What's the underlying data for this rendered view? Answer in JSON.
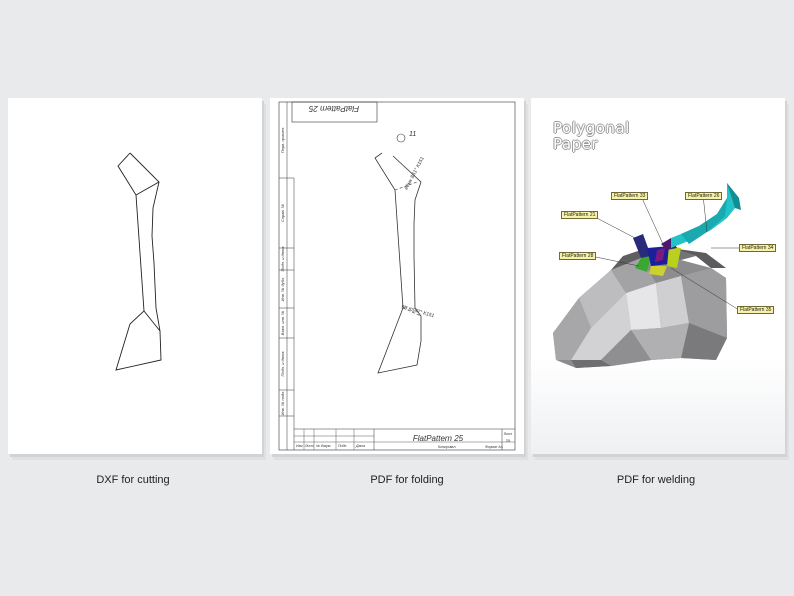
{
  "panels": [
    {
      "caption": "DXF for cutting"
    },
    {
      "caption": "PDF for folding",
      "drawing": {
        "top_title": "FlatPattern 25",
        "bottom_title": "FlatPattern 25",
        "part_count": "11",
        "fold_label_top": "ёёмк 8S1° К151",
        "fold_label_bottom": "9В КS87° К151",
        "sheet_label": "Лист",
        "sheet_number": "25",
        "copied_label": "Копировал",
        "format_label": "Формат A4",
        "table_columns": [
          "Изм",
          "Лист",
          "№ докум.",
          "Подп.",
          "Дата"
        ],
        "side_fields": [
          "Перв. примен.",
          "Справ. №",
          "Подп. и дата",
          "Инв. № дубл.",
          "Взам. инв. №",
          "Подп. и дата",
          "Инв. № подл."
        ]
      }
    },
    {
      "caption": "PDF for welding",
      "brand_line1": "Polygonal",
      "brand_line2": "Paper",
      "callouts": [
        "FlatPattern 33",
        "FlatPattern 26",
        "FlatPattern 21",
        "FlatPattern 34",
        "FlatPattern 28",
        "FlatPattern 35"
      ]
    }
  ]
}
